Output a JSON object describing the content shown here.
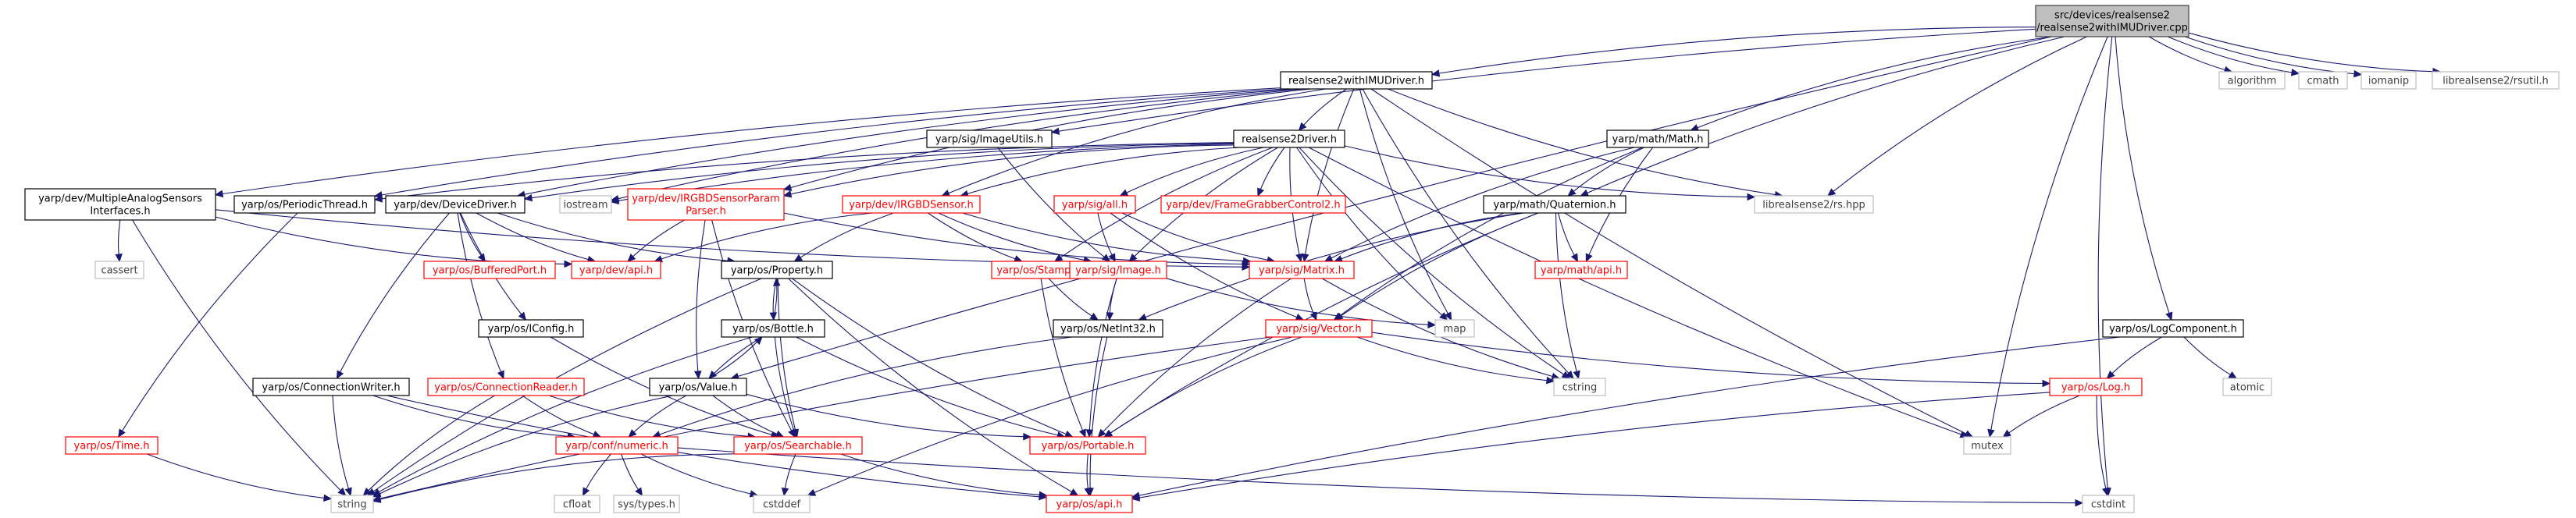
{
  "colors": {
    "edge": "#191970",
    "red_border": "#ff0000",
    "red_text": "#ff0000",
    "black_border": "#000000",
    "gray_border": "#bfbfbf",
    "gray_text": "#404040",
    "root_fill": "#bfbfbf"
  },
  "nodes": [
    {
      "id": "root",
      "lines": [
        "src/devices/realsense2",
        "/realsense2withIMUDriver.cpp"
      ],
      "style": "root"
    },
    {
      "id": "withimu",
      "lines": [
        "realsense2withIMUDriver.h"
      ],
      "style": "black"
    },
    {
      "id": "algorithm",
      "lines": [
        "algorithm"
      ],
      "style": "gray"
    },
    {
      "id": "cmath",
      "lines": [
        "cmath"
      ],
      "style": "gray"
    },
    {
      "id": "iomanip",
      "lines": [
        "iomanip"
      ],
      "style": "gray"
    },
    {
      "id": "rsutil",
      "lines": [
        "librealsense2/rsutil.h"
      ],
      "style": "gray"
    },
    {
      "id": "imageutils",
      "lines": [
        "yarp/sig/ImageUtils.h"
      ],
      "style": "black"
    },
    {
      "id": "rs2driver",
      "lines": [
        "realsense2Driver.h"
      ],
      "style": "black"
    },
    {
      "id": "math",
      "lines": [
        "yarp/math/Math.h"
      ],
      "style": "black"
    },
    {
      "id": "multianalog",
      "lines": [
        "yarp/dev/MultipleAnalogSensors",
        "Interfaces.h"
      ],
      "style": "black"
    },
    {
      "id": "periodic",
      "lines": [
        "yarp/os/PeriodicThread.h"
      ],
      "style": "black"
    },
    {
      "id": "devicedriver",
      "lines": [
        "yarp/dev/DeviceDriver.h"
      ],
      "style": "black"
    },
    {
      "id": "iostream",
      "lines": [
        "iostream"
      ],
      "style": "gray"
    },
    {
      "id": "rgbdparam",
      "lines": [
        "yarp/dev/IRGBDSensorParam",
        "Parser.h"
      ],
      "style": "red"
    },
    {
      "id": "irgbd",
      "lines": [
        "yarp/dev/IRGBDSensor.h"
      ],
      "style": "red"
    },
    {
      "id": "sigall",
      "lines": [
        "yarp/sig/all.h"
      ],
      "style": "red"
    },
    {
      "id": "fgc2",
      "lines": [
        "yarp/dev/FrameGrabberControl2.h"
      ],
      "style": "red"
    },
    {
      "id": "quaternion",
      "lines": [
        "yarp/math/Quaternion.h"
      ],
      "style": "black"
    },
    {
      "id": "rshpp",
      "lines": [
        "librealsense2/rs.hpp"
      ],
      "style": "gray"
    },
    {
      "id": "cassert",
      "lines": [
        "cassert"
      ],
      "style": "gray"
    },
    {
      "id": "bufferedport",
      "lines": [
        "yarp/os/BufferedPort.h"
      ],
      "style": "red"
    },
    {
      "id": "devapi",
      "lines": [
        "yarp/dev/api.h"
      ],
      "style": "red"
    },
    {
      "id": "property",
      "lines": [
        "yarp/os/Property.h"
      ],
      "style": "black"
    },
    {
      "id": "stamp",
      "lines": [
        "yarp/os/Stamp.h"
      ],
      "style": "red"
    },
    {
      "id": "image",
      "lines": [
        "yarp/sig/Image.h"
      ],
      "style": "red"
    },
    {
      "id": "matrix",
      "lines": [
        "yarp/sig/Matrix.h"
      ],
      "style": "red"
    },
    {
      "id": "mathapi",
      "lines": [
        "yarp/math/api.h"
      ],
      "style": "red"
    },
    {
      "id": "iconfig",
      "lines": [
        "yarp/os/IConfig.h"
      ],
      "style": "black"
    },
    {
      "id": "bottle",
      "lines": [
        "yarp/os/Bottle.h"
      ],
      "style": "black"
    },
    {
      "id": "netint32",
      "lines": [
        "yarp/os/NetInt32.h"
      ],
      "style": "black"
    },
    {
      "id": "vector",
      "lines": [
        "yarp/sig/Vector.h"
      ],
      "style": "red"
    },
    {
      "id": "map",
      "lines": [
        "map"
      ],
      "style": "gray"
    },
    {
      "id": "logcomponent",
      "lines": [
        "yarp/os/LogComponent.h"
      ],
      "style": "black"
    },
    {
      "id": "connwriter",
      "lines": [
        "yarp/os/ConnectionWriter.h"
      ],
      "style": "black"
    },
    {
      "id": "connreader",
      "lines": [
        "yarp/os/ConnectionReader.h"
      ],
      "style": "red"
    },
    {
      "id": "value",
      "lines": [
        "yarp/os/Value.h"
      ],
      "style": "black"
    },
    {
      "id": "cstring",
      "lines": [
        "cstring"
      ],
      "style": "gray"
    },
    {
      "id": "log",
      "lines": [
        "yarp/os/Log.h"
      ],
      "style": "red"
    },
    {
      "id": "atomic",
      "lines": [
        "atomic"
      ],
      "style": "gray"
    },
    {
      "id": "ostime",
      "lines": [
        "yarp/os/Time.h"
      ],
      "style": "red"
    },
    {
      "id": "numeric",
      "lines": [
        "yarp/conf/numeric.h"
      ],
      "style": "red"
    },
    {
      "id": "searchable",
      "lines": [
        "yarp/os/Searchable.h"
      ],
      "style": "red"
    },
    {
      "id": "portable",
      "lines": [
        "yarp/os/Portable.h"
      ],
      "style": "red"
    },
    {
      "id": "mutex",
      "lines": [
        "mutex"
      ],
      "style": "gray"
    },
    {
      "id": "string",
      "lines": [
        "string"
      ],
      "style": "gray"
    },
    {
      "id": "cfloat",
      "lines": [
        "cfloat"
      ],
      "style": "gray"
    },
    {
      "id": "systypes",
      "lines": [
        "sys/types.h"
      ],
      "style": "gray"
    },
    {
      "id": "cstddef",
      "lines": [
        "cstddef"
      ],
      "style": "gray"
    },
    {
      "id": "osapi",
      "lines": [
        "yarp/os/api.h"
      ],
      "style": "red"
    },
    {
      "id": "cstdint",
      "lines": [
        "cstdint"
      ],
      "style": "gray"
    }
  ],
  "edges": [
    [
      "root",
      "withimu"
    ],
    [
      "root",
      "algorithm"
    ],
    [
      "root",
      "cmath"
    ],
    [
      "root",
      "iomanip"
    ],
    [
      "root",
      "rsutil"
    ],
    [
      "root",
      "imageutils"
    ],
    [
      "root",
      "math"
    ],
    [
      "root",
      "quaternion"
    ],
    [
      "root",
      "rshpp"
    ],
    [
      "root",
      "value"
    ],
    [
      "root",
      "logcomponent"
    ],
    [
      "root",
      "mutex"
    ],
    [
      "root",
      "cstdint"
    ],
    [
      "withimu",
      "rs2driver"
    ],
    [
      "withimu",
      "multianalog"
    ],
    [
      "withimu",
      "periodic"
    ],
    [
      "withimu",
      "devicedriver"
    ],
    [
      "withimu",
      "iostream"
    ],
    [
      "withimu",
      "rgbdparam"
    ],
    [
      "withimu",
      "irgbd"
    ],
    [
      "withimu",
      "matrix"
    ],
    [
      "withimu",
      "rshpp"
    ],
    [
      "withimu",
      "mutex"
    ],
    [
      "withimu",
      "cstring"
    ],
    [
      "withimu",
      "map"
    ],
    [
      "imageutils",
      "image"
    ],
    [
      "rs2driver",
      "periodic"
    ],
    [
      "rs2driver",
      "devicedriver"
    ],
    [
      "rs2driver",
      "iostream"
    ],
    [
      "rs2driver",
      "rgbdparam"
    ],
    [
      "rs2driver",
      "irgbd"
    ],
    [
      "rs2driver",
      "sigall"
    ],
    [
      "rs2driver",
      "fgc2"
    ],
    [
      "rs2driver",
      "rshpp"
    ],
    [
      "rs2driver",
      "mutex"
    ],
    [
      "rs2driver",
      "cstring"
    ],
    [
      "rs2driver",
      "map"
    ],
    [
      "rs2driver",
      "stamp"
    ],
    [
      "rs2driver",
      "matrix"
    ],
    [
      "rs2driver",
      "image"
    ],
    [
      "math",
      "quaternion"
    ],
    [
      "math",
      "mathapi"
    ],
    [
      "math",
      "matrix"
    ],
    [
      "math",
      "vector"
    ],
    [
      "multianalog",
      "cassert"
    ],
    [
      "multianalog",
      "devapi"
    ],
    [
      "multianalog",
      "matrix"
    ],
    [
      "multianalog",
      "string"
    ],
    [
      "periodic",
      "ostime"
    ],
    [
      "devicedriver",
      "bufferedport"
    ],
    [
      "devicedriver",
      "devapi"
    ],
    [
      "devicedriver",
      "property"
    ],
    [
      "devicedriver",
      "iconfig"
    ],
    [
      "devicedriver",
      "connwriter"
    ],
    [
      "devicedriver",
      "connreader"
    ],
    [
      "rgbdparam",
      "devapi"
    ],
    [
      "rgbdparam",
      "matrix"
    ],
    [
      "rgbdparam",
      "value"
    ],
    [
      "rgbdparam",
      "searchable"
    ],
    [
      "irgbd",
      "devapi"
    ],
    [
      "irgbd",
      "property"
    ],
    [
      "irgbd",
      "stamp"
    ],
    [
      "irgbd",
      "image"
    ],
    [
      "irgbd",
      "matrix"
    ],
    [
      "sigall",
      "image"
    ],
    [
      "sigall",
      "matrix"
    ],
    [
      "sigall",
      "vector"
    ],
    [
      "quaternion",
      "mathapi"
    ],
    [
      "quaternion",
      "matrix"
    ],
    [
      "quaternion",
      "vector"
    ],
    [
      "quaternion",
      "netint32"
    ],
    [
      "quaternion",
      "portable"
    ],
    [
      "quaternion",
      "cstring"
    ],
    [
      "property",
      "bottle"
    ],
    [
      "property",
      "searchable"
    ],
    [
      "property",
      "portable"
    ],
    [
      "property",
      "string"
    ],
    [
      "property",
      "osapi"
    ],
    [
      "stamp",
      "netint32"
    ],
    [
      "stamp",
      "portable"
    ],
    [
      "image",
      "netint32"
    ],
    [
      "image",
      "portable"
    ],
    [
      "image",
      "map"
    ],
    [
      "matrix",
      "vector"
    ],
    [
      "matrix",
      "portable"
    ],
    [
      "matrix",
      "cstring"
    ],
    [
      "iconfig",
      "searchable"
    ],
    [
      "bottle",
      "value"
    ],
    [
      "bottle",
      "searchable"
    ],
    [
      "bottle",
      "portable"
    ],
    [
      "bottle",
      "string"
    ],
    [
      "bottle",
      "property"
    ],
    [
      "netint32",
      "numeric"
    ],
    [
      "netint32",
      "osapi"
    ],
    [
      "vector",
      "portable"
    ],
    [
      "vector",
      "cstring"
    ],
    [
      "vector",
      "string"
    ],
    [
      "vector",
      "cstddef"
    ],
    [
      "vector",
      "log"
    ],
    [
      "logcomponent",
      "log"
    ],
    [
      "logcomponent",
      "atomic"
    ],
    [
      "logcomponent",
      "osapi"
    ],
    [
      "connwriter",
      "numeric"
    ],
    [
      "connwriter",
      "string"
    ],
    [
      "connwriter",
      "osapi"
    ],
    [
      "connreader",
      "numeric"
    ],
    [
      "connreader",
      "string"
    ],
    [
      "connreader",
      "searchable"
    ],
    [
      "value",
      "bottle"
    ],
    [
      "value",
      "searchable"
    ],
    [
      "value",
      "portable"
    ],
    [
      "value",
      "string"
    ],
    [
      "value",
      "numeric"
    ],
    [
      "log",
      "mutex"
    ],
    [
      "log",
      "cstdint"
    ],
    [
      "log",
      "osapi"
    ],
    [
      "ostime",
      "string"
    ],
    [
      "numeric",
      "cfloat"
    ],
    [
      "numeric",
      "systypes"
    ],
    [
      "numeric",
      "cstddef"
    ],
    [
      "numeric",
      "cstdint"
    ],
    [
      "searchable",
      "string"
    ],
    [
      "searchable",
      "cstddef"
    ],
    [
      "searchable",
      "osapi"
    ],
    [
      "portable",
      "osapi"
    ]
  ]
}
